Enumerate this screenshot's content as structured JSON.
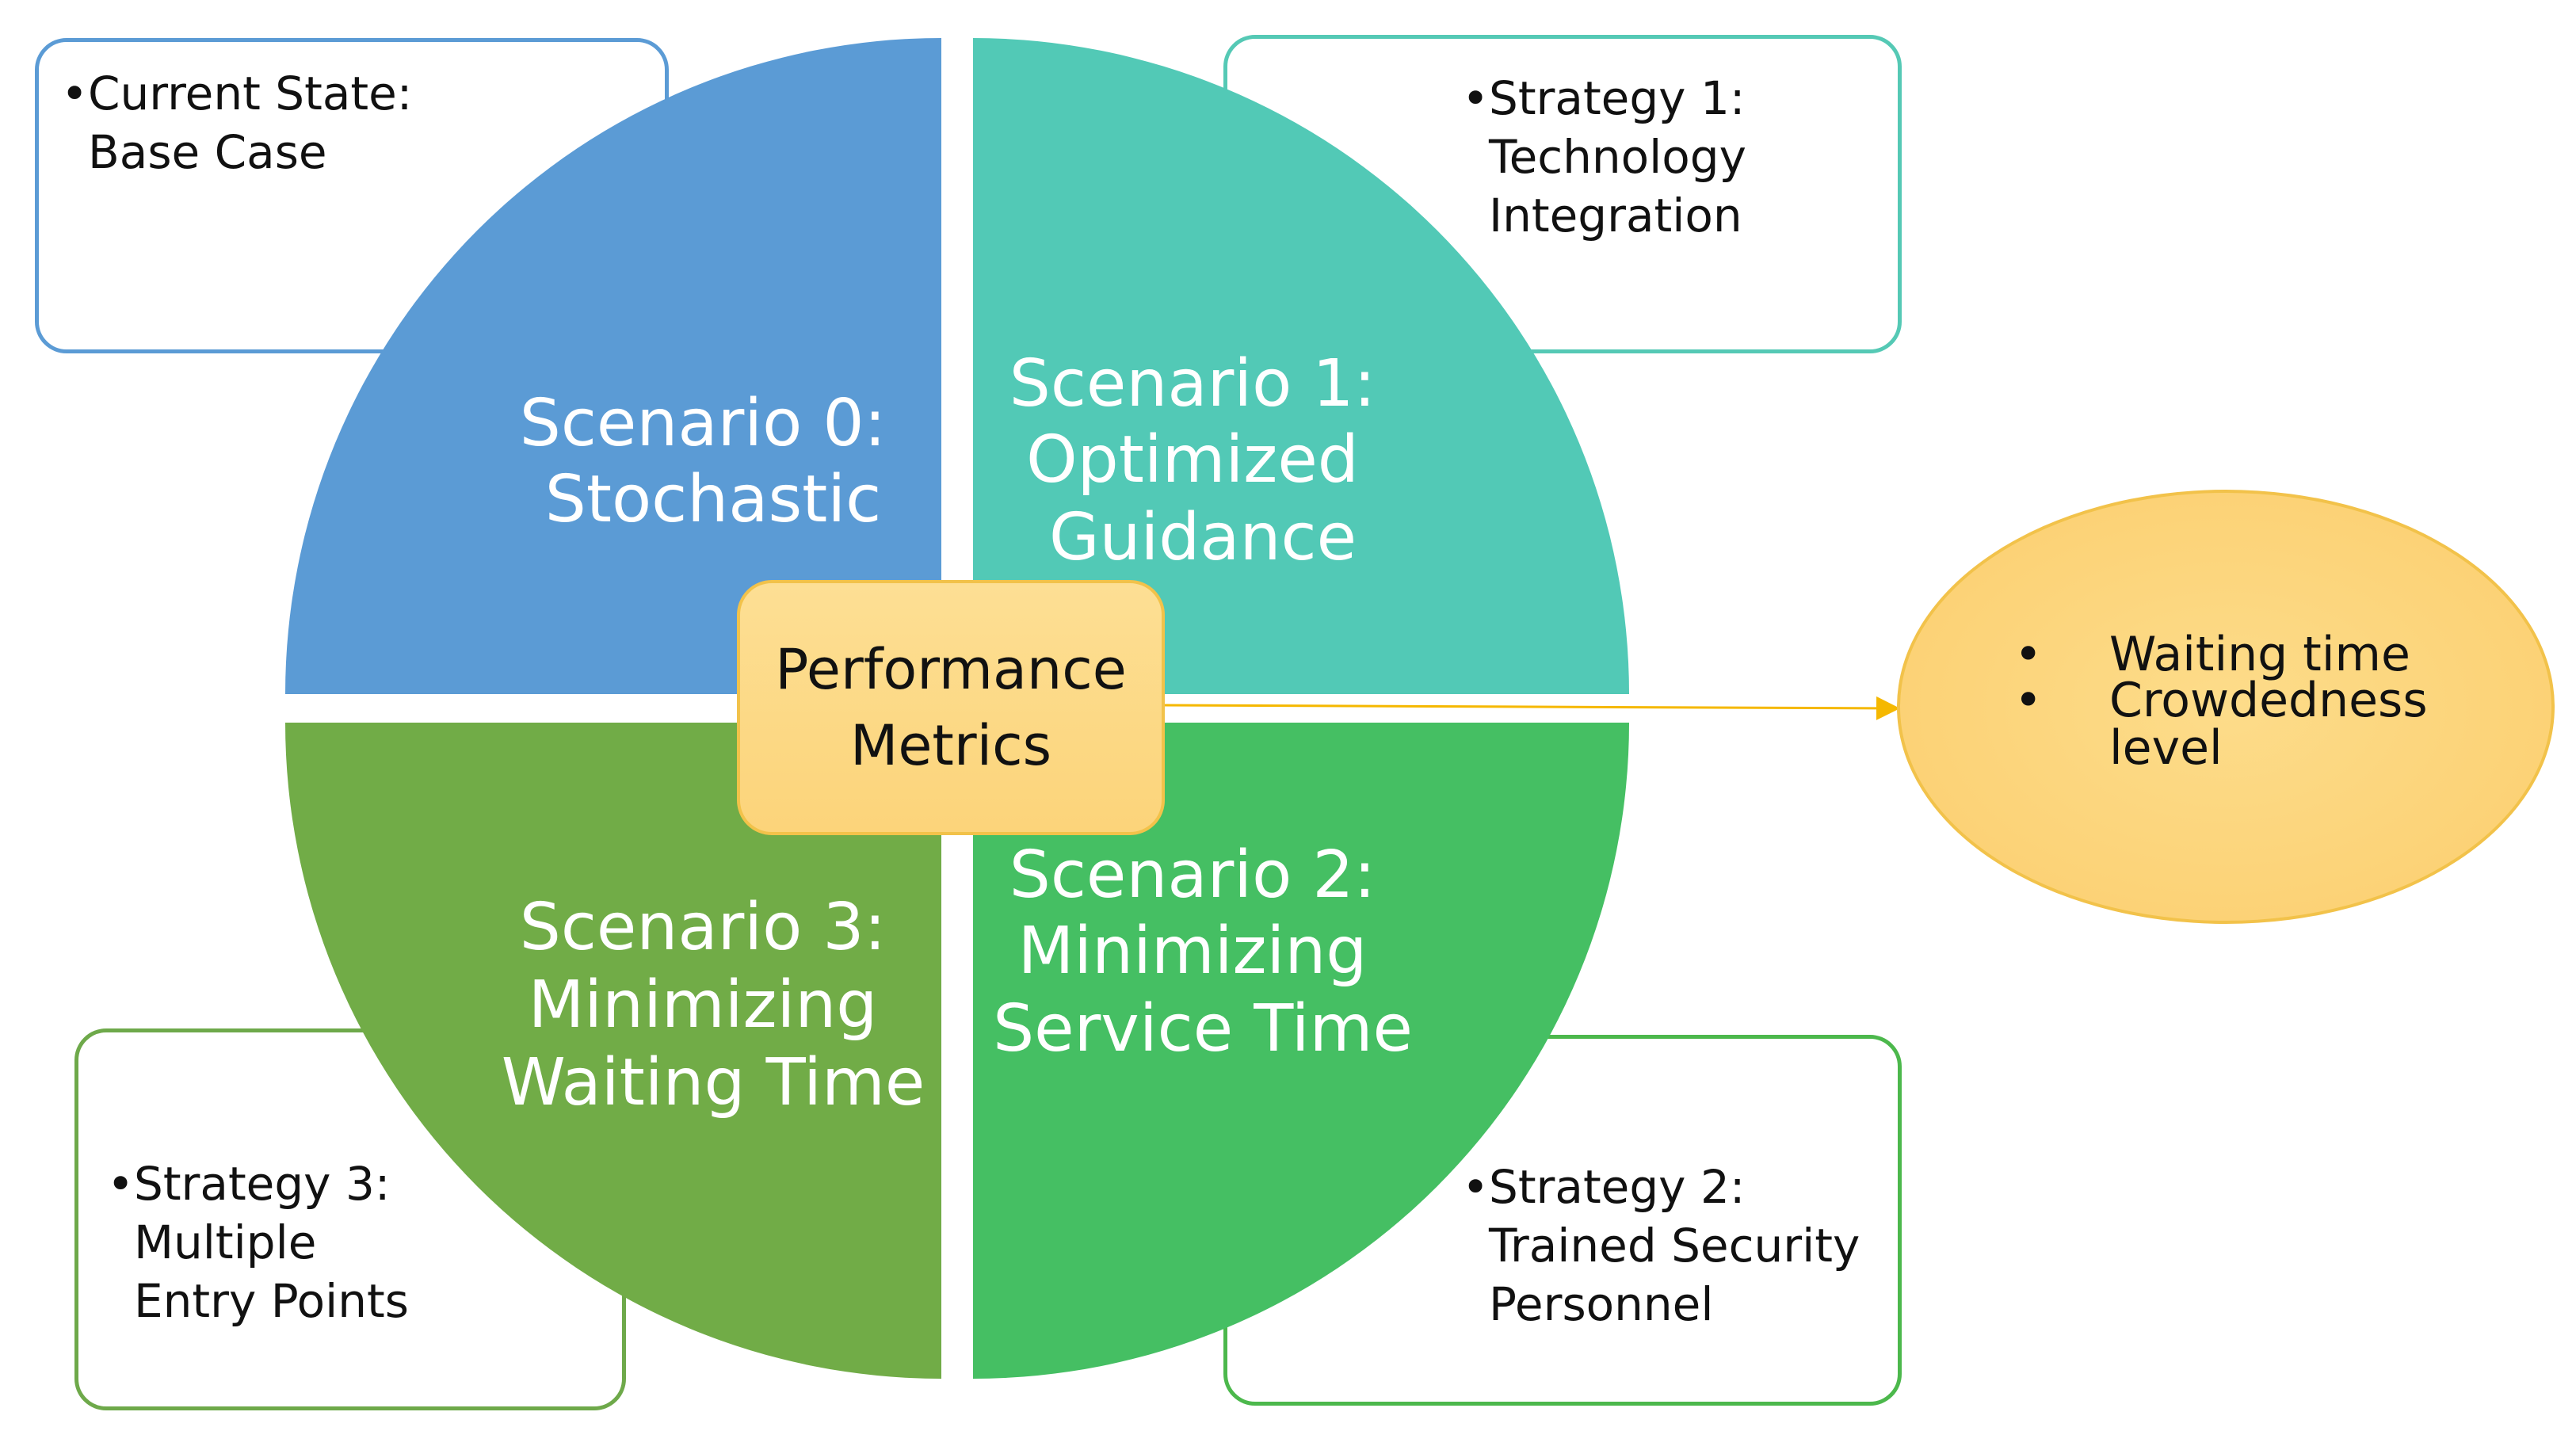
{
  "scenarios": [
    {
      "lines": [
        "Scenario 0:",
        "Stochastic"
      ],
      "color": "#5b9bd5"
    },
    {
      "lines": [
        "Scenario 1:",
        "Optimized",
        "Guidance"
      ],
      "color": "#52c9b6"
    },
    {
      "lines": [
        "Scenario 2:",
        "Minimizing",
        "Service Time"
      ],
      "color": "#45bf63"
    },
    {
      "lines": [
        "Scenario 3:",
        "Minimizing",
        "Waiting Time"
      ],
      "color": "#71ac47"
    }
  ],
  "center": {
    "label": "Performance\nMetrics"
  },
  "callouts": {
    "top_left": {
      "bullet": "•",
      "text": "Current State:\nBase Case"
    },
    "top_right": {
      "bullet": "•",
      "text": "Strategy 1:\nTechnology\nIntegration"
    },
    "bottom_left": {
      "bullet": "•",
      "text": "Strategy 3:\nMultiple\nEntry Points"
    },
    "bottom_right": {
      "bullet": "•",
      "text": "Strategy 2:\nTrained Security\nPersonnel"
    }
  },
  "metrics": {
    "items": [
      {
        "bullet": "•",
        "text": "Waiting time"
      },
      {
        "bullet": "•",
        "text": "Crowdedness level"
      }
    ]
  },
  "colors": {
    "arrow": "#f5b800"
  }
}
